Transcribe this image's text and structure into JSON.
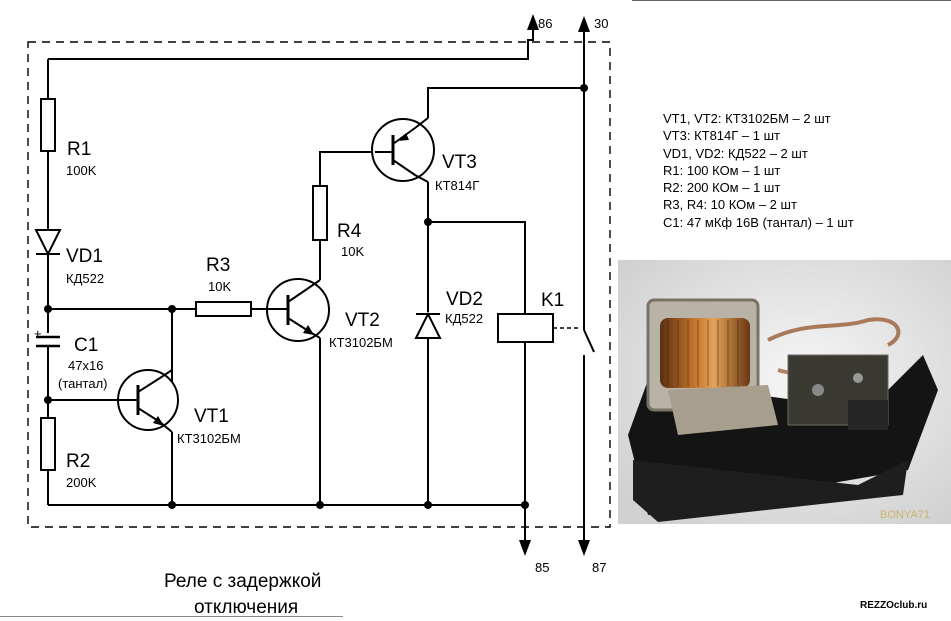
{
  "components": {
    "r1": {
      "ref": "R1",
      "value": "100K"
    },
    "vd1": {
      "ref": "VD1",
      "value": "КД522"
    },
    "c1": {
      "ref": "C1",
      "value": "47x16",
      "note": "(тантал)",
      "polarity": "+"
    },
    "r2": {
      "ref": "R2",
      "value": "200K"
    },
    "r3": {
      "ref": "R3",
      "value": "10K"
    },
    "r4": {
      "ref": "R4",
      "value": "10K"
    },
    "vt1": {
      "ref": "VT1",
      "value": "КТ3102БМ"
    },
    "vt2": {
      "ref": "VT2",
      "value": "КТ3102БМ"
    },
    "vt3": {
      "ref": "VT3",
      "value": "КТ814Г"
    },
    "vd2": {
      "ref": "VD2",
      "value": "КД522"
    },
    "k1": {
      "ref": "K1",
      "value": ""
    }
  },
  "terminals": {
    "t86": "86",
    "t30": "30",
    "t85": "85",
    "t87": "87"
  },
  "parts_list": [
    "VT1, VT2: КТ3102БМ – 2 шт",
    "VT3: КТ814Г – 1 шт",
    "VD1, VD2: КД522 – 2 шт",
    "R1: 100 КОм – 1 шт",
    "R2: 200 КОм – 1 шт",
    "R3, R4: 10 КОм – 2 шт",
    "C1: 47 мКф 16В (тантал) – 1 шт"
  ],
  "caption": {
    "line1": "Реле с задержкой",
    "line2": "отключения"
  },
  "photo": {
    "credit": "BONYA71"
  },
  "site": "REZZOclub.ru",
  "colors": {
    "line": "#000000",
    "photo_bg": "#f1f1f1"
  }
}
